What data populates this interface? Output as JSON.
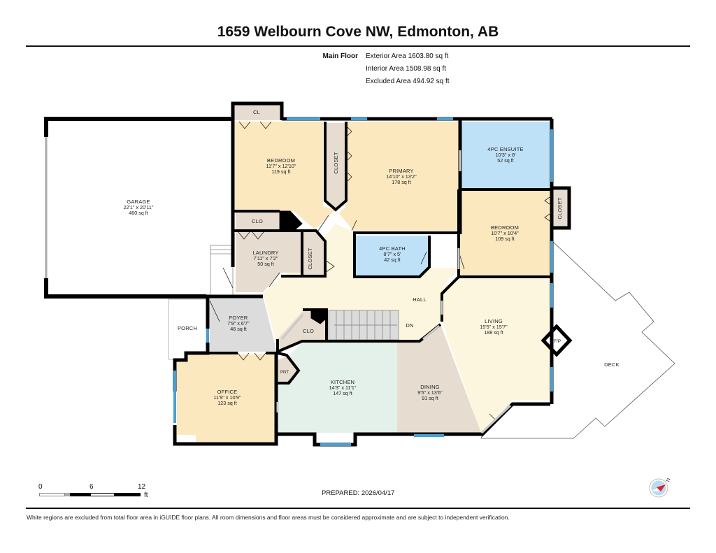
{
  "header": {
    "title": "1659 Welbourn Cove NW, Edmonton, AB"
  },
  "areas": {
    "floor_label": "Main Floor",
    "exterior": "Exterior Area 1603.80 sq ft",
    "interior": "Interior Area 1508.98 sq ft",
    "excluded": "Excluded Area 494.92 sq ft"
  },
  "colors": {
    "wall": "#000000",
    "bedroom": "#fbe8bf",
    "hall": "#fdf6de",
    "bath": "#bfe1f7",
    "closet": "#e6ddd0",
    "foyer": "#dcdcdc",
    "kitchen": "#e4f0ea",
    "dining": "#e6dccf",
    "window": "#4a9fd0",
    "compass_red": "#e0202a",
    "compass_blue": "#b7dcf3"
  },
  "rooms": {
    "garage": {
      "name": "GARAGE",
      "dims": "22'1\" x 20'11\"",
      "area": "460 sq ft"
    },
    "bedroom1": {
      "name": "BEDROOM",
      "dims": "11'7\" x 12'10\"",
      "area": "119 sq ft"
    },
    "cl": {
      "name": "CL"
    },
    "clo_laundry": {
      "name": "CLO"
    },
    "laundry": {
      "name": "LAUNDRY",
      "dims": "7'11\" x 7'2\"",
      "area": "50 sq ft"
    },
    "closet_laundry": {
      "name": "CLOSET"
    },
    "closet_primary": {
      "name": "CLOSET"
    },
    "primary": {
      "name": "PRIMARY",
      "dims": "14'10\" x 13'2\"",
      "area": "178 sq ft"
    },
    "ensuite": {
      "name": "4PC ENSUITE",
      "dims": "10'3\" x 8'",
      "area": "52 sq ft"
    },
    "bath": {
      "name": "4PC BATH",
      "dims": "8'7\" x 5'",
      "area": "42 sq ft"
    },
    "bedroom2": {
      "name": "BEDROOM",
      "dims": "10'7\" x 10'4\"",
      "area": "109 sq ft"
    },
    "closet_bedroom2": {
      "name": "CLOSET"
    },
    "hall": {
      "name": "HALL"
    },
    "stairs_dn": {
      "name": "DN"
    },
    "clo_stairs": {
      "name": "CLO"
    },
    "foyer": {
      "name": "FOYER",
      "dims": "7'9\" x 6'7\"",
      "area": "46 sq ft"
    },
    "porch": {
      "name": "PORCH"
    },
    "office": {
      "name": "OFFICE",
      "dims": "11'9\" x 10'9\"",
      "area": "123 sq ft"
    },
    "pantry": {
      "name": "PNT"
    },
    "kitchen": {
      "name": "KITCHEN",
      "dims": "14'3\" x 11'1\"",
      "area": "147 sq ft"
    },
    "dining": {
      "name": "DINING",
      "dims": "9'5\" x 13'6\"",
      "area": "91 sq ft"
    },
    "living": {
      "name": "LIVING",
      "dims": "15'5\" x 15'7\"",
      "area": "188 sq ft"
    },
    "fireplace": {
      "name": "F/P"
    },
    "deck": {
      "name": "DECK"
    }
  },
  "scale": {
    "ticks": [
      "0",
      "6",
      "12"
    ],
    "unit": "ft"
  },
  "footer": {
    "prepared": "PREPARED: 2026/04/17",
    "disclaimer": "White regions are excluded from total floor area in iGUIDE floor plans. All room dimensions and floor areas must be considered approximate and are subject to independent verification.",
    "compass_label": "N"
  }
}
